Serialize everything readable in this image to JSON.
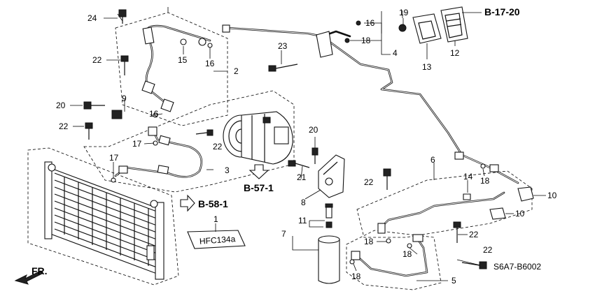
{
  "labels": {
    "p1": "1",
    "p2": "2",
    "p3": "3",
    "p4": "4",
    "p5": "5",
    "p6": "6",
    "p7": "7",
    "p8": "8",
    "p9": "9",
    "p10a": "10",
    "p10b": "10",
    "p11": "11",
    "p12": "12",
    "p13": "13",
    "p14": "14",
    "p15": "15",
    "p16a": "16",
    "p16b": "16",
    "p16c": "16",
    "p17a": "17",
    "p17b": "17",
    "p18a": "18",
    "p18b": "18",
    "p18c": "18",
    "p18d": "18",
    "p18e": "18",
    "p19": "19",
    "p20a": "20",
    "p20b": "20",
    "p21": "21",
    "p22a": "22",
    "p22b": "22",
    "p22c": "22",
    "p22d": "22",
    "p22e": "22",
    "p23": "23",
    "p24": "24"
  },
  "references": {
    "b1720": "B-17-20",
    "b571": "B-57-1",
    "b581": "B-58-1"
  },
  "direction": "FR.",
  "diagram_code": "S6A7-B6002",
  "label_plate": "HFC134a"
}
